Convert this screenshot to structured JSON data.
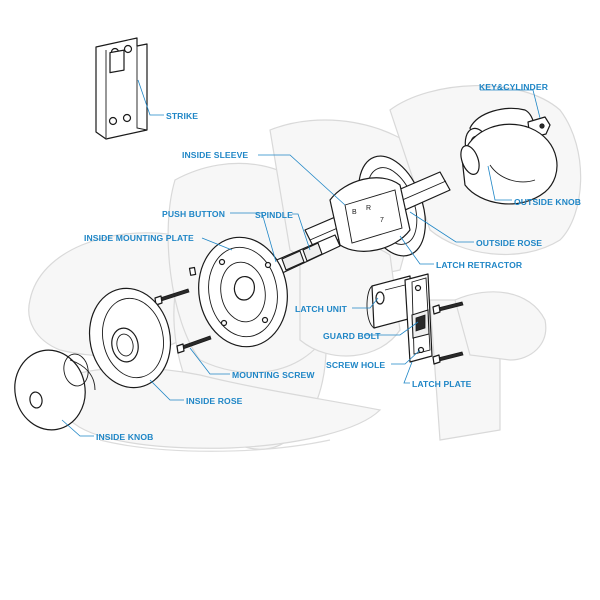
{
  "colors": {
    "label": "#1f86c6",
    "line": "#1a1a1a",
    "ghost": "#d9d9d9",
    "background": "#ffffff"
  },
  "labels": {
    "strike": "STRIKE",
    "key_cylinder": "KEY&CYLINDER",
    "inside_sleeve": "INSIDE SLEEVE",
    "outside_knob": "OUTSIDE KNOB",
    "push_button": "PUSH BUTTON",
    "spindle": "SPINDLE",
    "inside_mounting_plate": "INSIDE MOUNTING PLATE",
    "outside_rose": "OUTSIDE ROSE",
    "latch_retractor": "LATCH RETRACTOR",
    "latch_unit": "LATCH UNIT",
    "guard_bolt": "GUARD BOLT",
    "screw_hole": "SCREW HOLE",
    "mounting_screw": "MOUNTING SCREW",
    "latch_plate": "LATCH PLATE",
    "inside_rose": "INSIDE ROSE",
    "inside_knob": "INSIDE KNOB"
  }
}
